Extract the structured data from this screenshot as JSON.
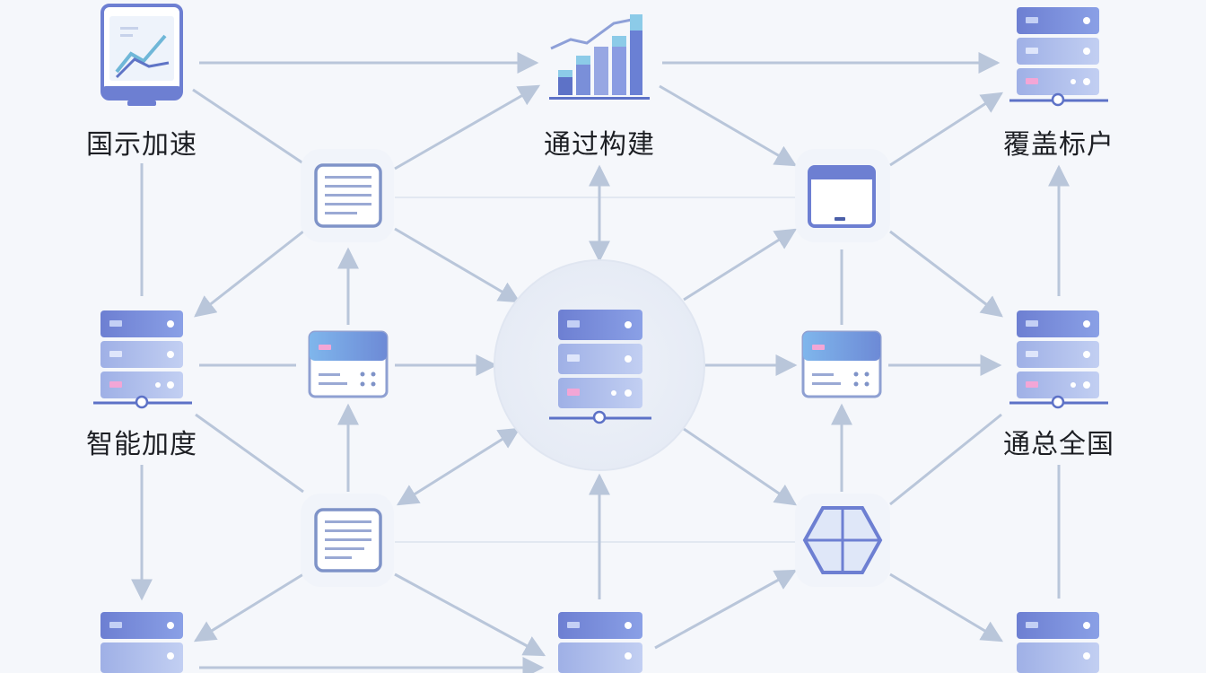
{
  "labels": {
    "global_accel": "国示加速",
    "build": "通过构建",
    "coverage": "覆盖标户",
    "smart": "智能加度",
    "nationwide": "通总全国"
  },
  "colors": {
    "background": "#f5f7fb",
    "line": "#b9c6da",
    "server_top": "#6b7fd0",
    "server_mid": "#a9b7e8",
    "accent_pink": "#f3a6d6",
    "card_stroke": "#7f93c8",
    "hub_glow": "#e9eef8"
  },
  "icons": {
    "monitor": "monitor-chart-icon",
    "bar_chart": "bar-chart-icon",
    "server": "server-rack-icon",
    "document": "document-icon",
    "window": "window-icon",
    "switch": "switch-icon",
    "hexagon": "hexagon-grid-icon"
  }
}
